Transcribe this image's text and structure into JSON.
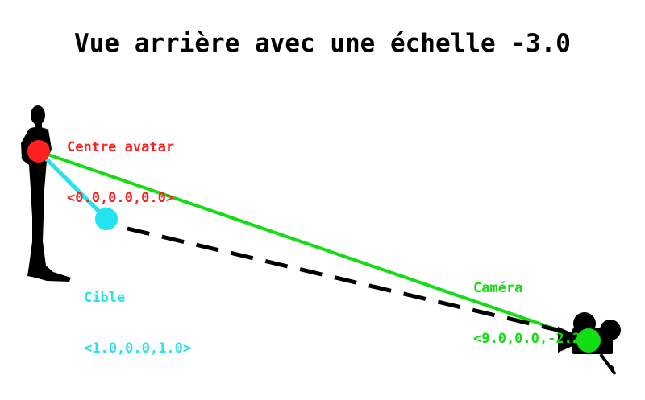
{
  "title": "Vue arrière avec une échelle -3.0",
  "avatar": {
    "name": "Centre avatar",
    "coords": "<0.0,0.0,0.0>",
    "color": "#ff2020"
  },
  "target": {
    "name": "Cible",
    "coords": "<1.0,0.0,1.0>",
    "color": "#22e3ef"
  },
  "camera": {
    "name": "Caméra",
    "coords": "<9.0,0.0,-2.25>",
    "color": "#12dd12"
  },
  "icons": [
    "person-silhouette-icon",
    "movie-camera-icon"
  ]
}
